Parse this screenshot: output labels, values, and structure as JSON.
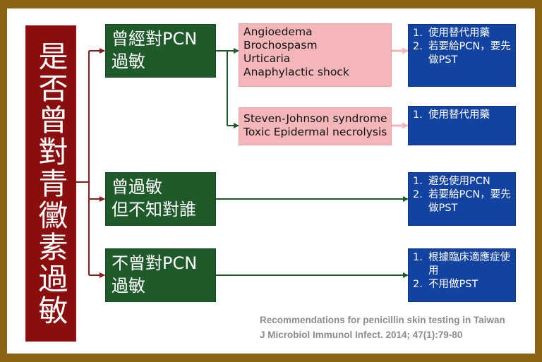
{
  "root": {
    "label": "是否曾對青黴素過敏"
  },
  "branches": [
    {
      "label": "曾經對PCN\n過敏"
    },
    {
      "label": "曾過敏\n但不知對誰"
    },
    {
      "label": "不曾對PCN\n過敏"
    }
  ],
  "reactions": [
    {
      "items": [
        "Angioedema",
        "Brochospasm",
        "Urticaria",
        "Anaphylactic shock"
      ]
    },
    {
      "items": [
        "Steven-Johnson syndrome",
        "Toxic Epidermal necrolysis"
      ]
    }
  ],
  "recommendations": [
    {
      "items": [
        {
          "num": "1.",
          "text": "使用替代用藥"
        },
        {
          "num": "2.",
          "text": "若要給PCN，要先做PST"
        }
      ]
    },
    {
      "items": [
        {
          "num": "1.",
          "text": "使用替代用藥"
        }
      ]
    },
    {
      "items": [
        {
          "num": "1.",
          "text": "避免使用PCN"
        },
        {
          "num": "2.",
          "text": "若要給PCN，要先做PST"
        }
      ]
    },
    {
      "items": [
        {
          "num": "1.",
          "text": "根據臨床適應症使用"
        },
        {
          "num": "2.",
          "text": "不用做PST"
        }
      ]
    }
  ],
  "citation": {
    "line1": "Recommendations for penicillin skin testing in Taiwan",
    "line2": "J Microbiol Immunol Infect. 2014; 47(1):79-80"
  },
  "colors": {
    "root": "#8b0e0e",
    "branch": "#1f5a2b",
    "reaction": "#f4b6b8",
    "recommendation": "#1343a2",
    "frame": "#8a6414"
  }
}
